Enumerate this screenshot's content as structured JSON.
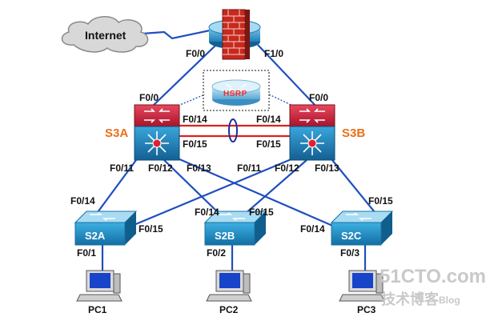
{
  "cloud": {
    "label": "Internet"
  },
  "router": {
    "interfaces": {
      "left": "F0/0",
      "right": "F1/0"
    }
  },
  "hsrp": {
    "label": "HSRP"
  },
  "switches_l3": {
    "s3a": {
      "name": "S3A",
      "ports": {
        "uplink": "F0/0",
        "trunk1": "F0/14",
        "trunk2": "F0/15",
        "down1": "F0/11",
        "down2": "F0/12",
        "down3": "F0/13"
      }
    },
    "s3b": {
      "name": "S3B",
      "ports": {
        "uplink": "F0/0",
        "trunk1": "F0/14",
        "trunk2": "F0/15",
        "down1": "F0/11",
        "down2": "F0/12",
        "down3": "F0/13"
      }
    }
  },
  "switches_l2": {
    "s2a": {
      "name": "S2A",
      "ports": {
        "up1": "F0/14",
        "up2": "F0/15",
        "pc": "F0/1"
      }
    },
    "s2b": {
      "name": "S2B",
      "ports": {
        "up1": "F0/14",
        "up2": "F0/15",
        "pc": "F0/2"
      }
    },
    "s2c": {
      "name": "S2C",
      "ports": {
        "up1": "F0/15",
        "up2": "F0/14",
        "pc": "F0/3"
      }
    }
  },
  "pcs": {
    "pc1": "PC1",
    "pc2": "PC2",
    "pc3": "PC3"
  },
  "watermark": {
    "site": "51CTO.com",
    "sub": "技术博客",
    "blog": "Blog"
  },
  "colors": {
    "link": "#1f4fbf",
    "trunk": "#e02020",
    "l3_top": "#c8203a",
    "l3_bottom": "#1a7fb8",
    "l2_body": "#1b8fc7",
    "hsrp_border": "#555555",
    "label_accent": "#e8701a"
  }
}
